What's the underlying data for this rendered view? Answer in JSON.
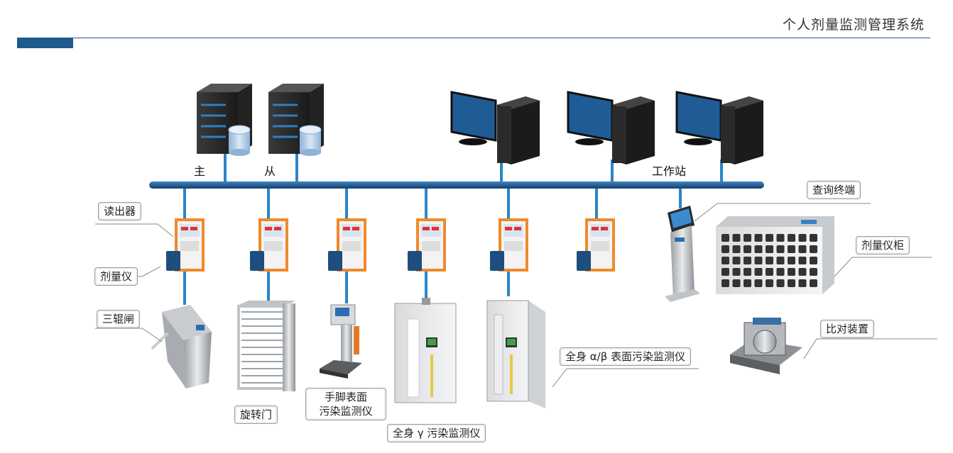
{
  "header": {
    "title": "个人剂量监测管理系统"
  },
  "network": {
    "master_label": "主",
    "slave_label": "从",
    "workstation_label": "工作站"
  },
  "labels": {
    "reader": "读出器",
    "dosimeter": "剂量仪",
    "tripod_gate": "三辊闸",
    "turnstile": "旋转门",
    "hand_foot_1": "手脚表面",
    "hand_foot_2": "污染监测仪",
    "gamma_monitor": "全身 γ 污染监测仪",
    "alpha_beta_monitor": "全身 α/β 表面污染监测仪",
    "query_terminal": "查询终端",
    "dosimeter_cabinet": "剂量仪柜",
    "comparison_device": "比对装置"
  },
  "colors": {
    "accent": "#1e5a8e",
    "bus": "#1d5b94",
    "link": "#2a86c8",
    "panel_orange": "#f08a2a"
  }
}
